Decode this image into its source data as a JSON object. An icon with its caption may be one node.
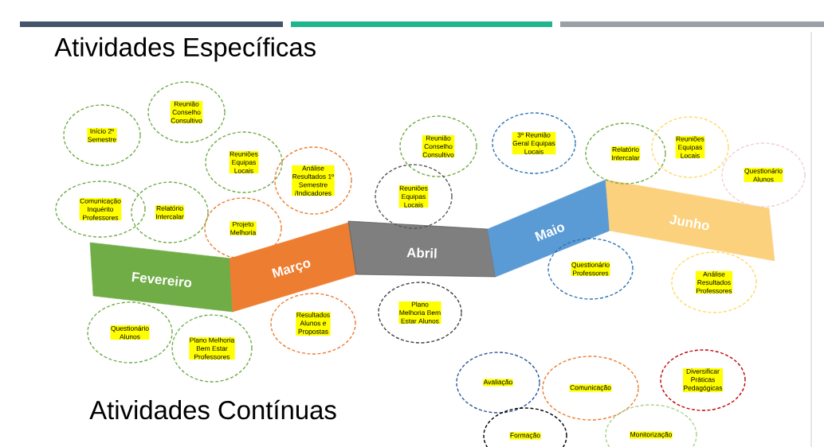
{
  "diagram": {
    "title": "Atividades Específicas",
    "nodes": [
      {
        "text": [
          "Fevereiro"
        ]
      },
      {
        "text": [
          "Março"
        ]
      },
      {
        "text": [
          "Abril"
        ]
      },
      {
        "text": [
          "Maio"
        ]
      },
      {
        "text": [
          "Junho"
        ]
      },
      {
        "text": [
          "Início 2º Semestre"
        ]
      },
      {
        "text": [
          "Reunião Conselho Consultivo"
        ]
      },
      {
        "text": [
          "Reuniões Equipas Locais"
        ]
      },
      {
        "text": [
          "Análise Resultados 1º Semestre /Indicadores"
        ]
      },
      {
        "text": [
          "Comunicação Inquérito Professores"
        ]
      },
      {
        "text": [
          "Relatório Intercalar"
        ]
      },
      {
        "text": [
          "Projeto Melhoria"
        ]
      },
      {
        "text": [
          "Reunião Conselho Consultivo"
        ]
      },
      {
        "text": [
          "Reuniões Equipas Locais"
        ]
      },
      {
        "text": [
          "3ª Reunião Geral Equipas Locais"
        ]
      },
      {
        "text": [
          "Relatório Intercalar"
        ]
      },
      {
        "text": [
          "Reuniões Equipas Locais"
        ]
      },
      {
        "text": [
          "Questionário Alunos"
        ]
      },
      {
        "text": [
          "Questionário Professores"
        ]
      },
      {
        "text": [
          "Análise Resultados Professores"
        ]
      },
      {
        "text": [
          "Questionário Alunos"
        ]
      },
      {
        "text": [
          "Plano Melhoria Bem Estar Professores"
        ]
      },
      {
        "text": [
          "Resultados Alunos e Propostas"
        ]
      },
      {
        "text": [
          "Plano Melhoria Bem Estar Alunos"
        ]
      },
      {
        "text": [
          "Avaliação"
        ]
      },
      {
        "text": [
          "Comunicação"
        ]
      },
      {
        "text": [
          "Diversificar Práticas Pedagógicas"
        ]
      },
      {
        "text": [
          "Formação"
        ]
      },
      {
        "text": [
          "Monitorização"
        ]
      }
    ],
    "labels": [
      "Atividades Contínuas"
    ]
  }
}
